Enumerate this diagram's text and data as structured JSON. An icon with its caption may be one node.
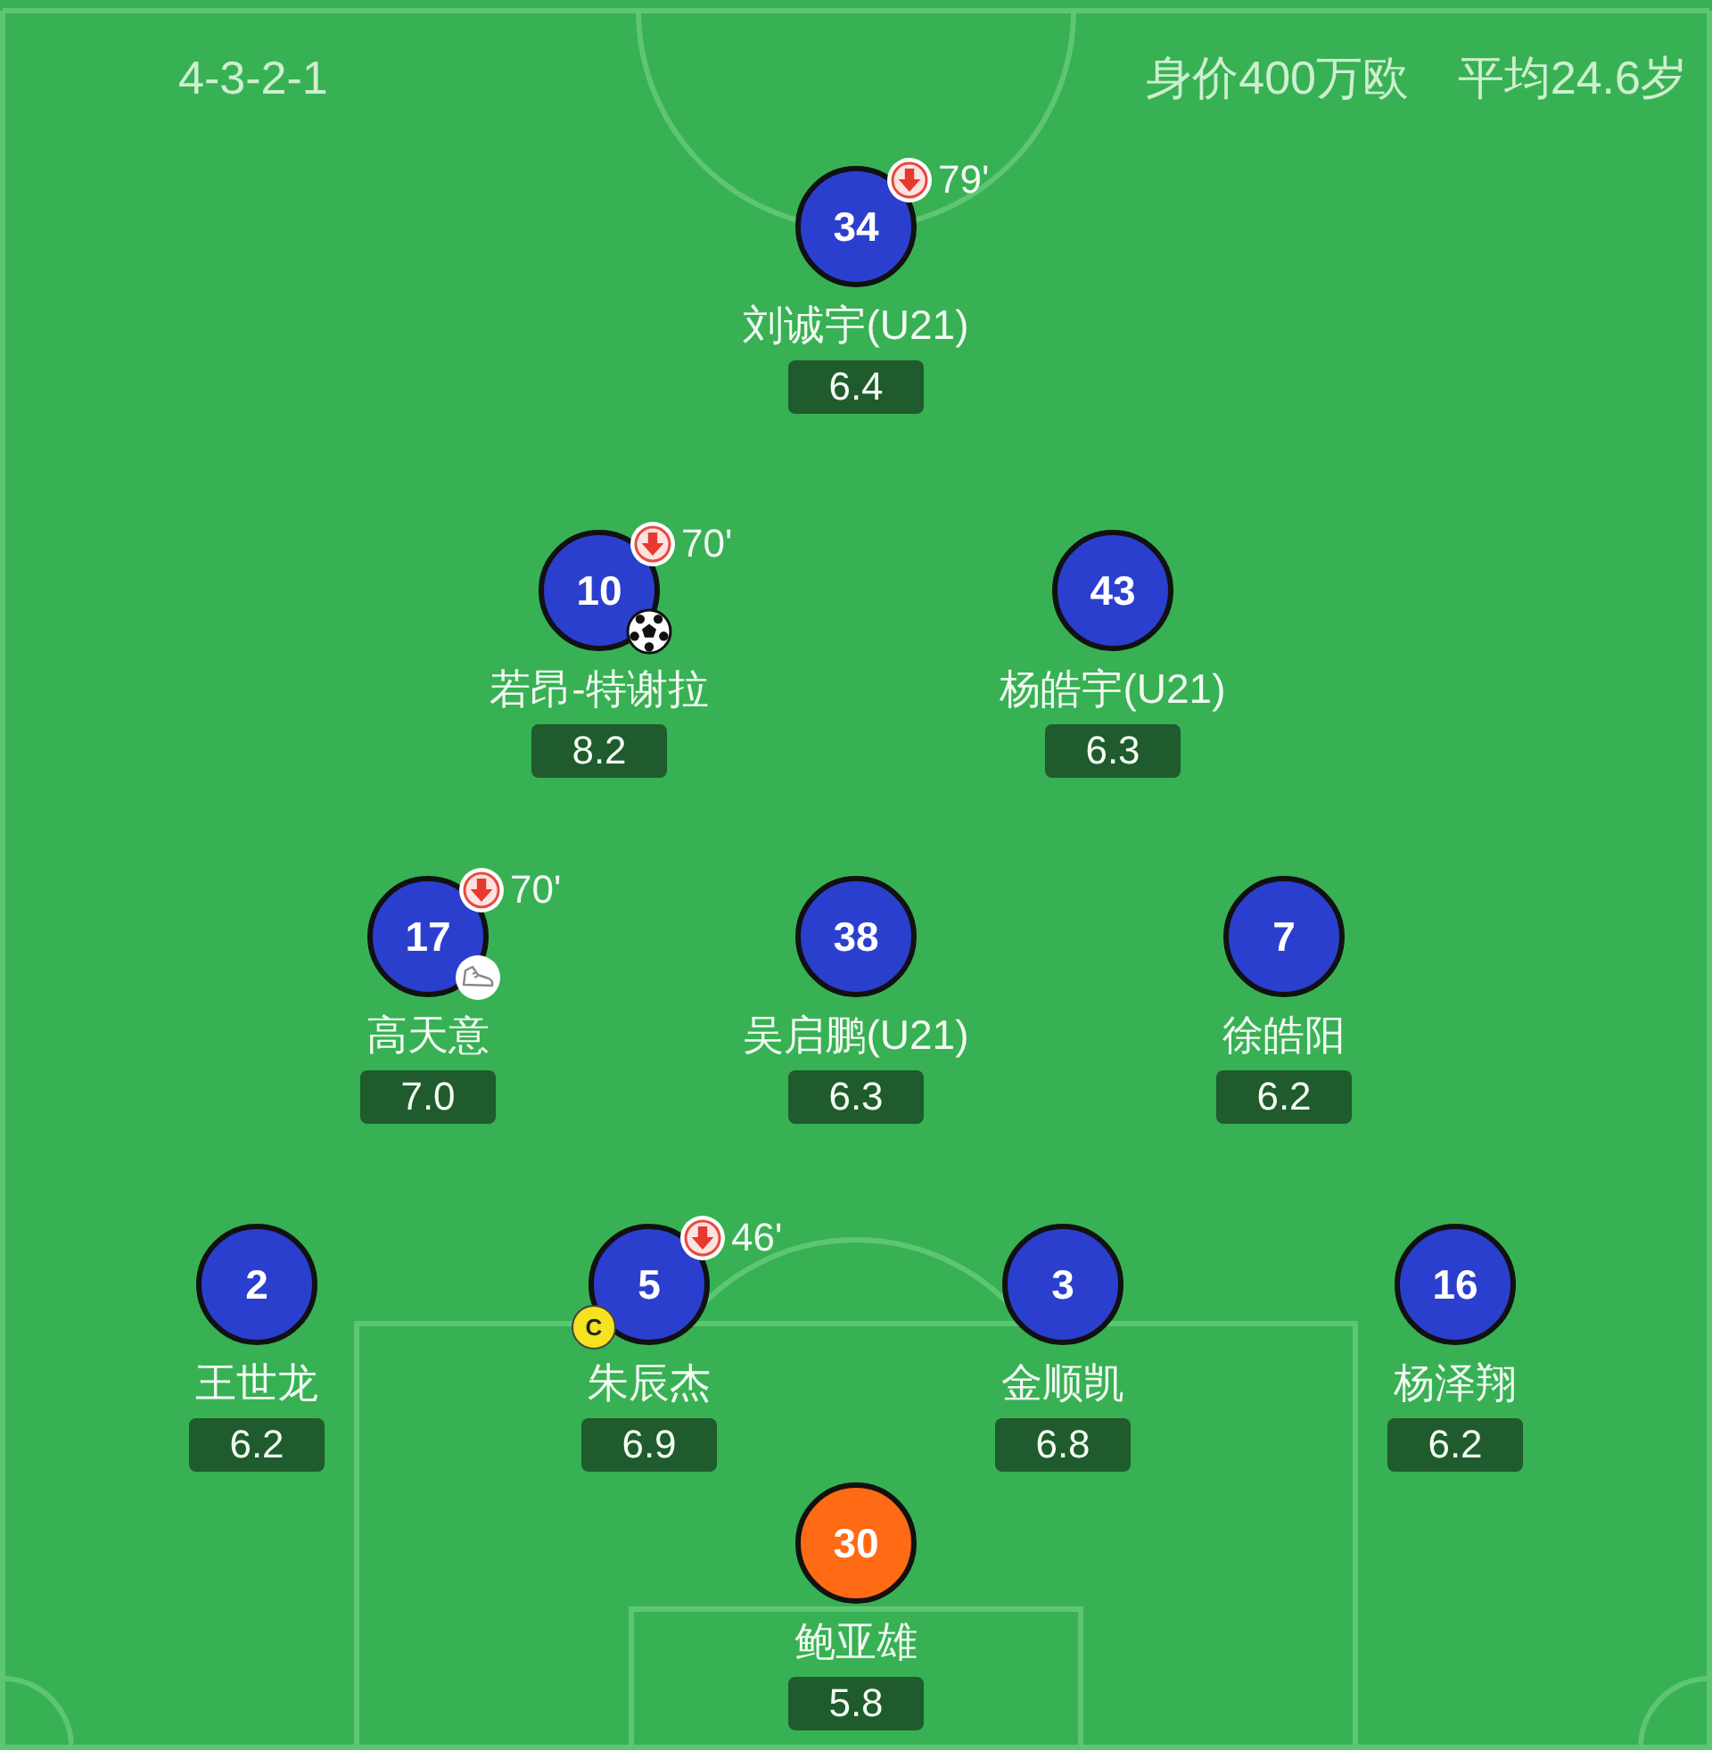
{
  "diagram": {
    "nodes": [
      {
        "text": [
          "34"
        ],
        "beside": [
          "刘诚宇(U21)",
          "79'"
        ]
      },
      {
        "text": [
          "6.4"
        ]
      },
      {
        "text": [
          "10"
        ],
        "beside": [
          "若昂-特谢拉",
          "70'"
        ]
      },
      {
        "text": [
          "8.2"
        ]
      },
      {
        "text": [
          "43"
        ],
        "beside": [
          "杨皓宇(U21)"
        ]
      },
      {
        "text": [
          "6.3"
        ]
      },
      {
        "text": [
          "17"
        ],
        "beside": [
          "高天意",
          "70'"
        ]
      },
      {
        "text": [
          "7.0"
        ]
      },
      {
        "text": [
          "38"
        ],
        "beside": [
          "吴启鹏(U21)"
        ]
      },
      {
        "text": [
          "6.3"
        ]
      },
      {
        "text": [
          "7"
        ],
        "beside": [
          "徐皓阳"
        ]
      },
      {
        "text": [
          "6.2"
        ]
      },
      {
        "text": [
          "2"
        ],
        "beside": [
          "王世龙"
        ]
      },
      {
        "text": [
          "6.2"
        ]
      },
      {
        "text": [
          "5"
        ],
        "beside": [
          "朱辰杰",
          "46'"
        ]
      },
      {
        "text": [
          "C"
        ]
      },
      {
        "text": [
          "6.9"
        ]
      },
      {
        "text": [
          "3"
        ],
        "beside": [
          "金顺凯"
        ]
      },
      {
        "text": [
          "6.8"
        ]
      },
      {
        "text": [
          "16"
        ],
        "beside": [
          "杨泽翔"
        ]
      },
      {
        "text": [
          "6.2"
        ]
      },
      {
        "text": [
          "30"
        ],
        "beside": [
          "鲍亚雄"
        ]
      },
      {
        "text": [
          "5.8"
        ]
      }
    ],
    "labels": [
      "4-3-2-1",
      "身价400万欧",
      "平均24.6岁"
    ]
  }
}
